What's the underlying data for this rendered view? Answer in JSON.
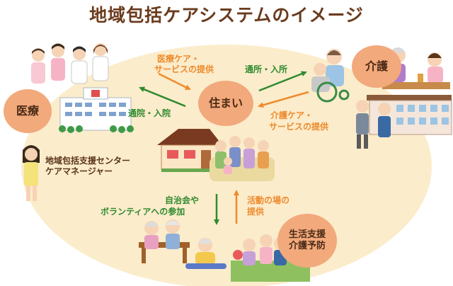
{
  "title": "地域包括ケアシステムのイメージ",
  "nodes": {
    "housing": "住まい",
    "medical": "医療",
    "care": "介護",
    "support_line1": "生活支援",
    "support_line2": "介護予防"
  },
  "flows": {
    "medical_service_line1": "医療ケア・",
    "medical_service_line2": "サービスの提供",
    "hospital_visit": "通院・入院",
    "day_service": "通所・入所",
    "care_service_line1": "介護ケア・",
    "care_service_line2": "サービスの提供",
    "volunteer_line1": "自治会や",
    "volunteer_line2": "ボランティアへの参加",
    "activity_line1": "活動の場の",
    "activity_line2": "提供"
  },
  "center": {
    "line1": "地域包括支援センター",
    "line2": "ケアマネージャー"
  },
  "colors": {
    "title": "#6b3b1e",
    "ellipse": "#fbeccb",
    "node_circle": "#f2a97b",
    "orange_arrow": "#ee8a2c",
    "green_arrow": "#2f8a2f"
  }
}
